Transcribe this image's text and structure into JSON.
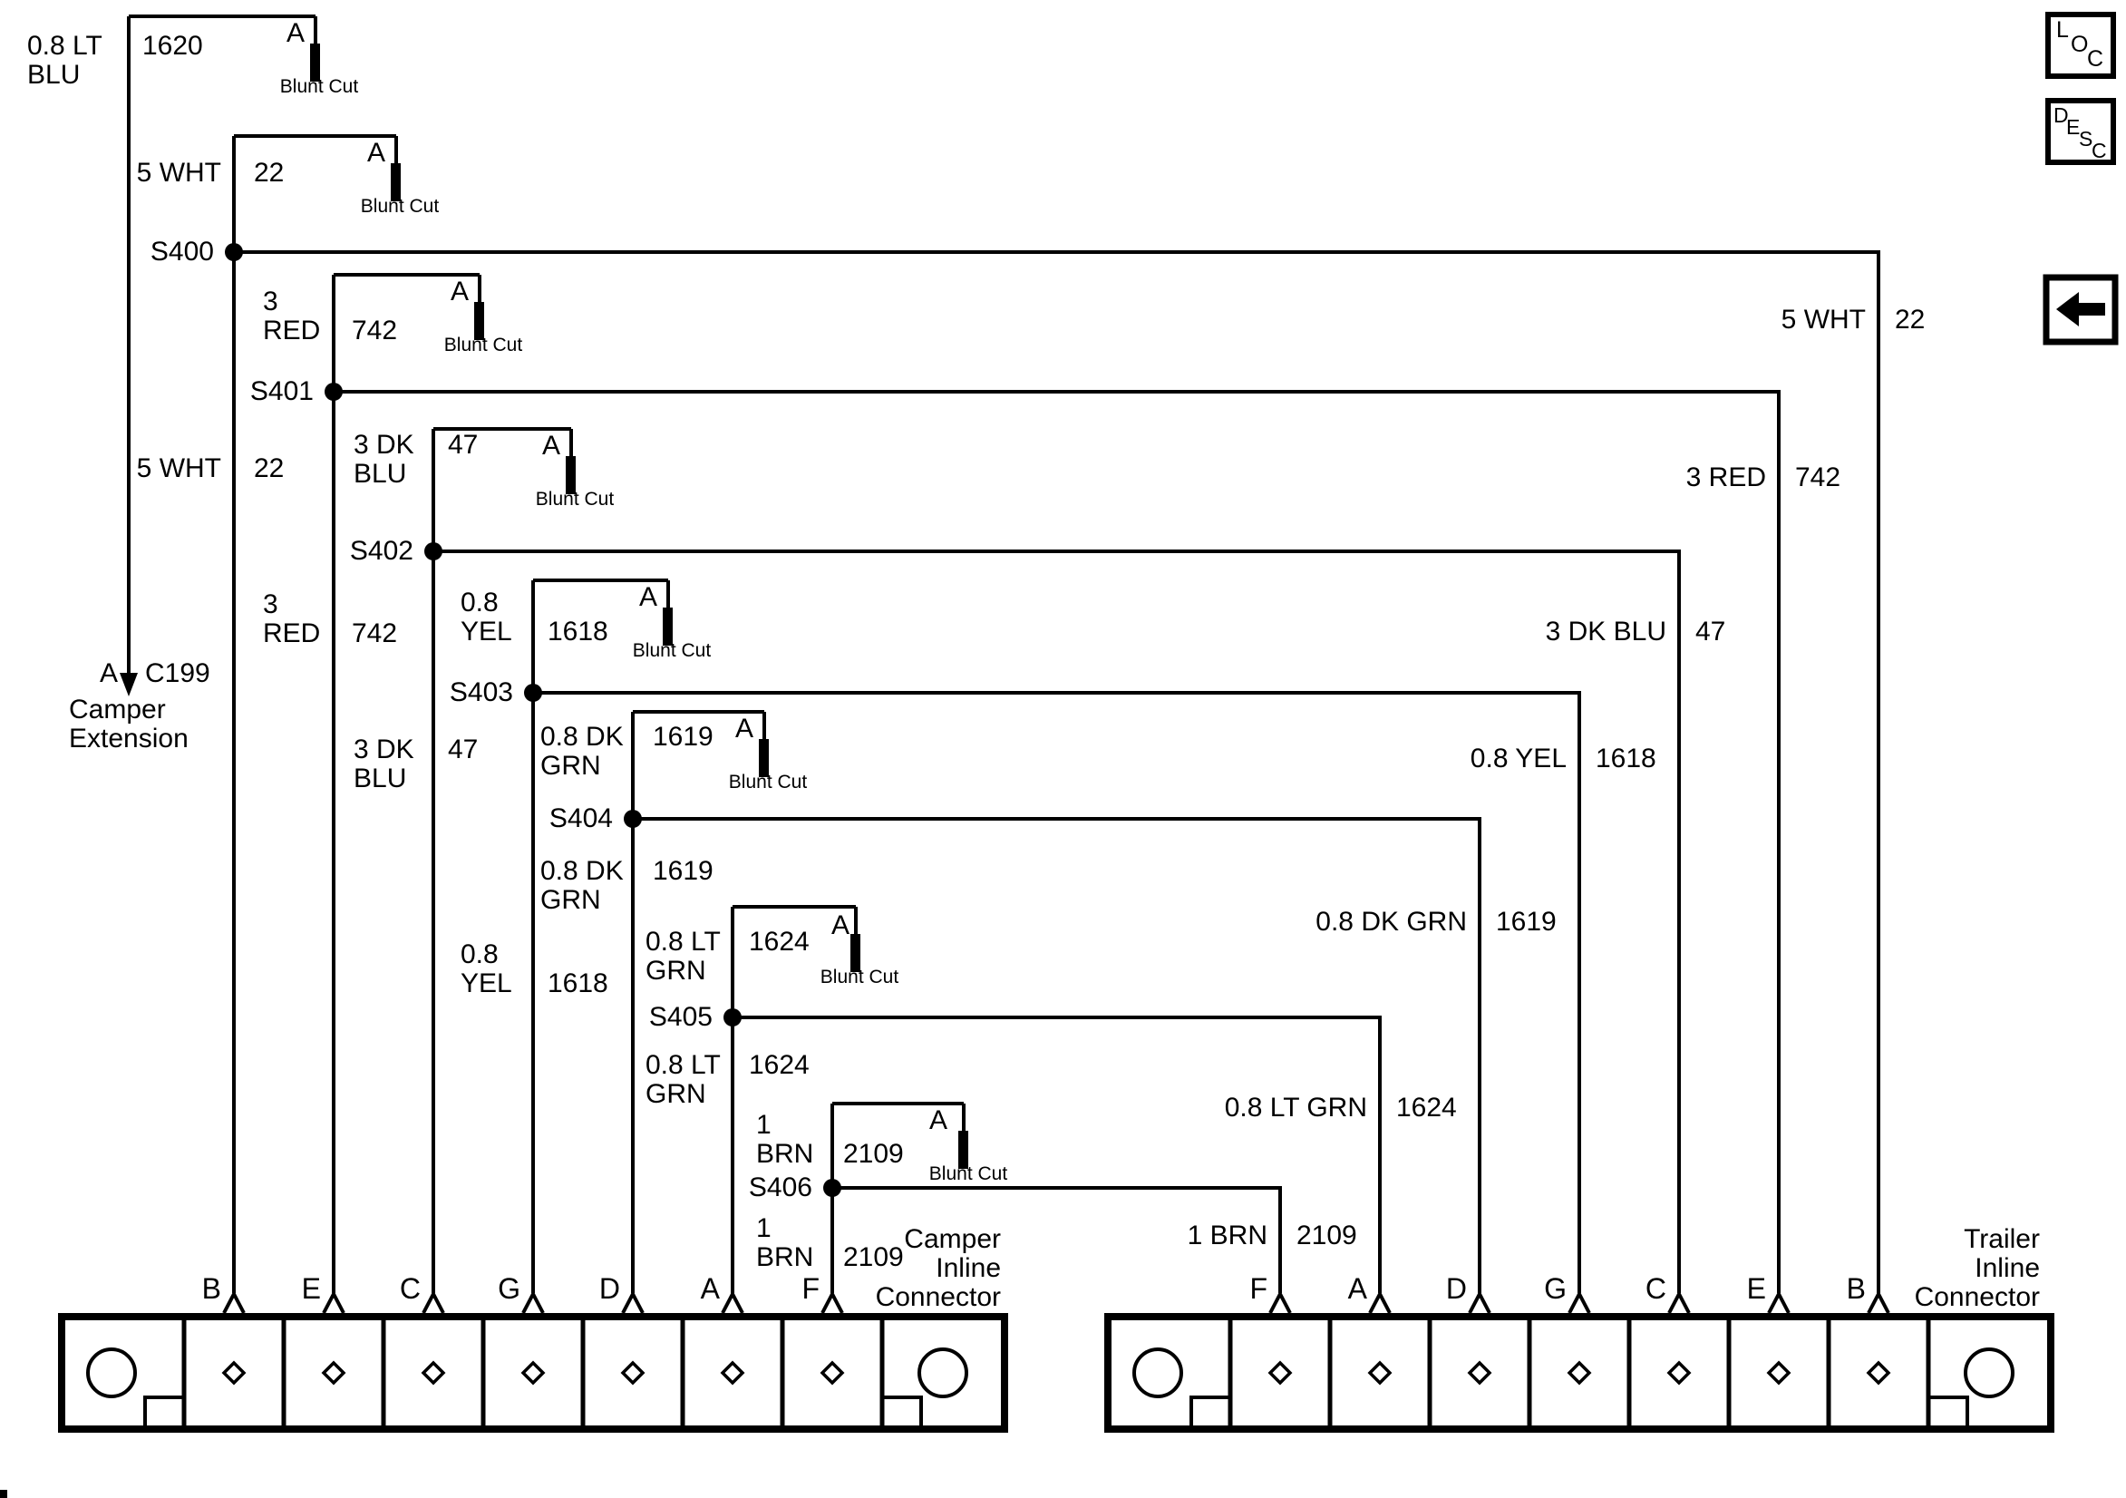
{
  "labels": {
    "blunt_cut": "Blunt Cut",
    "stub_pin": "A"
  },
  "wires": [
    {
      "name1": "0.8 LT",
      "name2": "BLU",
      "name": "0.8 LT BLU",
      "circuit": "1620"
    },
    {
      "name1": "5 WHT",
      "name2": "",
      "name": "5 WHT",
      "circuit": "22",
      "splice": "S400"
    },
    {
      "name1": "3",
      "name2": "RED",
      "name": "3 RED",
      "circuit": "742",
      "splice": "S401"
    },
    {
      "name1": "3 DK",
      "name2": "BLU",
      "name": "3 DK BLU",
      "circuit": "47",
      "splice": "S402"
    },
    {
      "name1": "0.8",
      "name2": "YEL",
      "name": "0.8 YEL",
      "circuit": "1618",
      "splice": "S403"
    },
    {
      "name1": "0.8 DK",
      "name2": "GRN",
      "name": "0.8 DK GRN",
      "circuit": "1619",
      "splice": "S404"
    },
    {
      "name1": "0.8 LT",
      "name2": "GRN",
      "name": "0.8 LT GRN",
      "circuit": "1624",
      "splice": "S405"
    },
    {
      "name1": "1",
      "name2": "BRN",
      "name": "1 BRN",
      "circuit": "2109",
      "splice": "S406"
    }
  ],
  "c199": {
    "pin": "A",
    "connector": "C199",
    "desc1": "Camper",
    "desc2": "Extension"
  },
  "camper_connector": {
    "line1": "Camper",
    "line2": "Inline",
    "line3": "Connector",
    "pins": [
      "B",
      "E",
      "C",
      "G",
      "D",
      "A",
      "F"
    ]
  },
  "trailer_connector": {
    "line1": "Trailer",
    "line2": "Inline",
    "line3": "Connector",
    "pins": [
      "F",
      "A",
      "D",
      "G",
      "C",
      "E",
      "B"
    ]
  },
  "icons": {
    "loc": {
      "l1": "L",
      "l2": "O",
      "l3": "C"
    },
    "desc": {
      "l1": "D",
      "l2": "E",
      "l3": "S",
      "l4": "C"
    },
    "back_arrow": "left-arrow"
  },
  "colors": {
    "line": "#000000",
    "background": "#ffffff"
  }
}
